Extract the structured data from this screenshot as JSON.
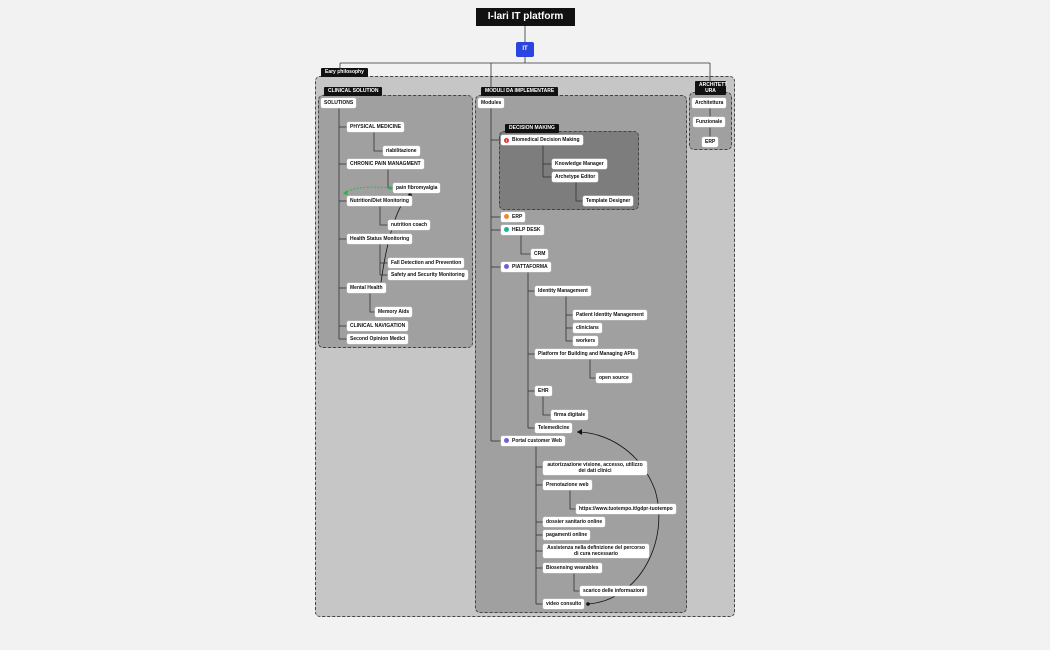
{
  "title": "I-lari IT platform",
  "root": "IT",
  "colors": {
    "root": "#2a44e0",
    "accent_green": "#2bb34a",
    "red": "#e0333b",
    "orange": "#f0882a",
    "teal": "#21b09a",
    "purple": "#6b63d6"
  },
  "outer_group": {
    "label": "Eary philosophy"
  },
  "clinical": {
    "label": "CLINICAL SOLUTION",
    "root": "SOLUTIONS",
    "items": {
      "physical": "PHYSICAL MEDICINE",
      "riabilitazione": "riabilitazione",
      "chronic": "CHRONIC PAIN MANAGMENT",
      "pain": "pain fibromyalgia",
      "nutrition": "Nutrition/Diet Monitoring",
      "nutrition_coach": "nutrition coach",
      "health": "Health Status Monitoring",
      "fall": "Fall Detection and Prevention",
      "safety": "Safety and Security Monitoring",
      "mental": "Mental Health",
      "memory": "Memory Aids",
      "navigation": "CLINICAL NAVIGATION",
      "second": "Second Opinion Medici"
    }
  },
  "moduli": {
    "label": "MODULI DA IMPLEMENTARE",
    "root": "Modules",
    "decision": {
      "label": "DECISION MAKING",
      "bdm": "Biomedical Decision Making",
      "knowledge": "Knowledge Manager",
      "archetype": "Archetype Editor",
      "template": "Template Designer"
    },
    "erp": "ERP",
    "helpdesk": "HELP DESK",
    "crm": "CRM",
    "piattaforma": "PIATTAFORMA",
    "identity": "Identity Management",
    "patient_identity": "Patient Identity Management",
    "clinicians": "clinicians",
    "workers": "workers",
    "platform_apis": "Platform for Building and Managing APIs",
    "open_source": "open source",
    "ehr": "EHR",
    "firma": "firma digitale",
    "telemedicine": "Telemedicine",
    "portal": "Portal customer Web",
    "autorizzazione": "autorizzazione visione, accesso, utilizzo dei dati clinici",
    "prenotazione": "Prenotazione web",
    "url": "https://www.tuotempo.it/gdpr-tuotempo",
    "dossier": "dossier sanitario online",
    "pagamenti": "pagamenti online",
    "assistenza": "Assistenza nella definizione del percorso di cura necessario",
    "biosensing": "Biosensing wearables",
    "scarico": "scarico delle informazioni",
    "video": "video consulto"
  },
  "architettura": {
    "label": "ARCHITETT URA",
    "items": [
      "Architettura",
      "Funzionale",
      "ERP"
    ]
  }
}
